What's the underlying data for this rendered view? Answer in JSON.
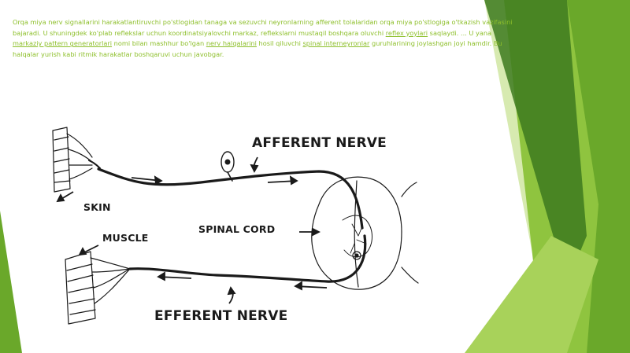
{
  "body_text": {
    "p1": "Orqa miya nerv signallarini harakatlantiruvchi po'stlogidan tanaga va sezuvchi neyronlarning afferent tolalaridan",
    "p2": "orqa miya po'stlogiga o'tkazish vazifasini bajaradi. U shuningdek ko'plab reflekslar uchun koordinatsiyalovchi markaz,",
    "p3": "reflekslarni mustaqil boshqara oluvchi ",
    "u3": "reflex yoylari",
    "p3b": " saqlaydi. ... U yana ",
    "u3b": "markaziy pattern generatorlari",
    "p3c": " nomi bilan",
    "p4": "mashhur bo'lgan ",
    "u4": "nerv halqalarini",
    "p4b": " hosil qiluvchi ",
    "u4b": "spinal interneyronlar",
    "p4c": " guruhlarining joylashgan joyi hamdir. Bu halqalar",
    "p5": "yurish kabi ritmik harakatlar boshqaruvi uchun javobgar."
  },
  "diagram": {
    "labels": {
      "afferent": "AFFERENT NERVE",
      "efferent": "EFFERENT NERVE",
      "skin": "SKIN",
      "muscle": "MUSCLE",
      "spinal_cord": "SPINAL CORD"
    }
  },
  "colors": {
    "text_green": "#8dbf2a",
    "deco_dark_green": "#3d7a1f",
    "deco_green": "#6aa82a",
    "deco_light_green": "#a8d25a",
    "ink": "#1a1a1a"
  }
}
